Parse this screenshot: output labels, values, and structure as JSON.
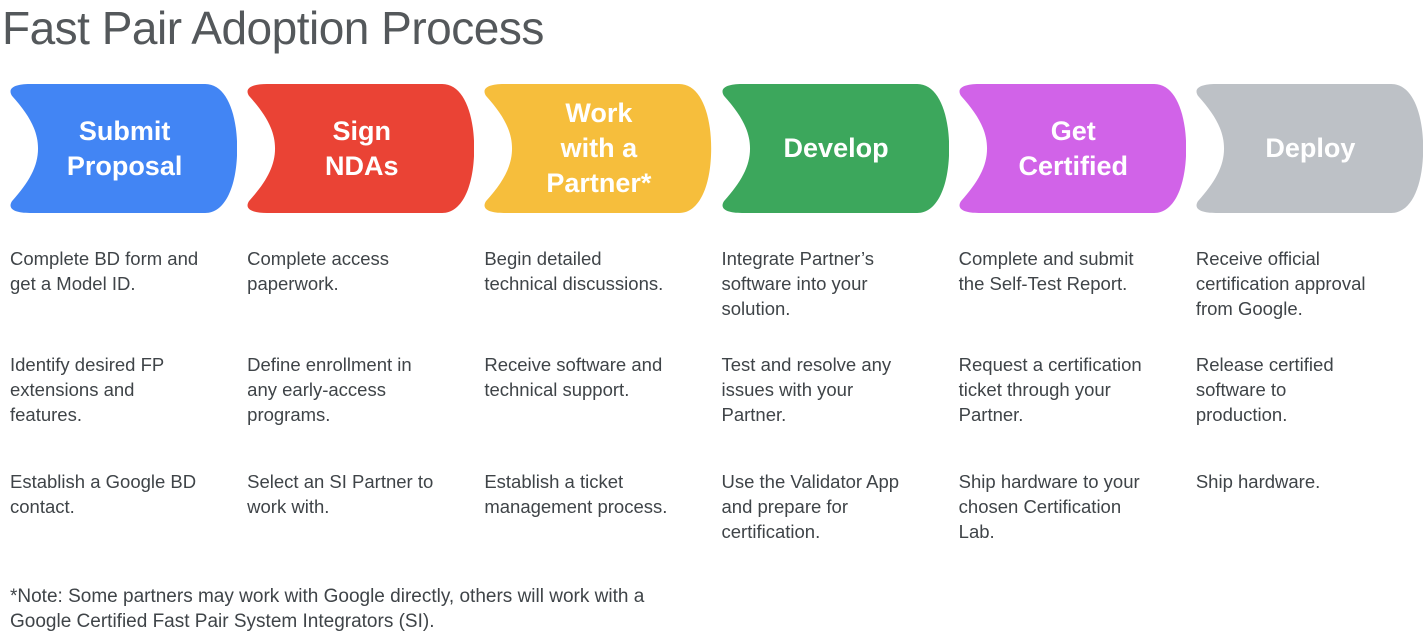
{
  "title": "Fast Pair Adoption Process",
  "note": "*Note: Some partners may work with Google directly, others will work with a\nGoogle Certified Fast Pair System Integrators (SI).",
  "stages": [
    {
      "label": "Submit\nProposal",
      "color": "#4285F4",
      "items": [
        "Complete BD form and\nget a Model ID.",
        "Identify desired FP\nextensions and\nfeatures.",
        "Establish a Google BD\ncontact."
      ]
    },
    {
      "label": "Sign\nNDAs",
      "color": "#EA4335",
      "items": [
        "Complete access\npaperwork.",
        "Define enrollment in\nany early-access\nprograms.",
        "Select an SI Partner to\nwork with."
      ]
    },
    {
      "label": "Work\nwith a\nPartner*",
      "color": "#F6BE3C",
      "items": [
        "Begin detailed\ntechnical discussions.",
        "Receive software and\ntechnical support.",
        "Establish a ticket\nmanagement process."
      ]
    },
    {
      "label": "Develop",
      "color": "#3CA75C",
      "items": [
        "Integrate Partner’s\nsoftware into your\nsolution.",
        "Test and resolve any\nissues with your\nPartner.",
        "Use the Validator App\nand prepare for\ncertification."
      ]
    },
    {
      "label": "Get\nCertified",
      "color": "#D163E8",
      "items": [
        "Complete and submit\nthe Self-Test Report.",
        "Request a certification\nticket through your\nPartner.",
        "Ship hardware to your\nchosen Certification\nLab."
      ]
    },
    {
      "label": "Deploy",
      "color": "#BDC1C6",
      "items": [
        "Receive official\ncertification approval\nfrom Google.",
        "Release certified\nsoftware to\nproduction.",
        "Ship hardware."
      ]
    }
  ]
}
